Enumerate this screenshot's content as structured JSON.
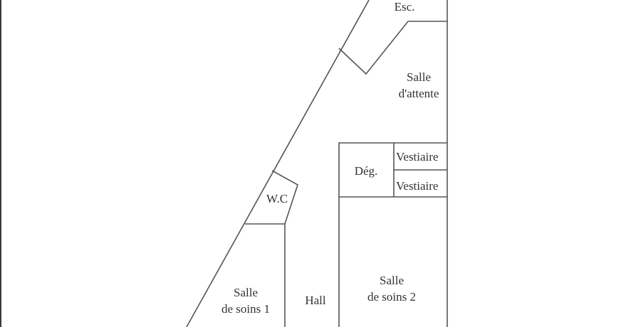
{
  "diagram": {
    "type": "floor-plan",
    "line_color": "#555555",
    "text_color": "#333333",
    "rooms": [
      {
        "id": "escalier",
        "label": "Esc."
      },
      {
        "id": "salle-attente",
        "label_line1": "Salle",
        "label_line2": "d'attente"
      },
      {
        "id": "degagement",
        "label": "Dég."
      },
      {
        "id": "vestiaire-1",
        "label": "Vestiaire"
      },
      {
        "id": "vestiaire-2",
        "label": "Vestiaire"
      },
      {
        "id": "wc",
        "label": "W.C"
      },
      {
        "id": "salle-soins-1",
        "label_line1": "Salle",
        "label_line2": "de soins 1"
      },
      {
        "id": "hall",
        "label": "Hall"
      },
      {
        "id": "salle-soins-2",
        "label_line1": "Salle",
        "label_line2": "de soins 2"
      }
    ]
  }
}
